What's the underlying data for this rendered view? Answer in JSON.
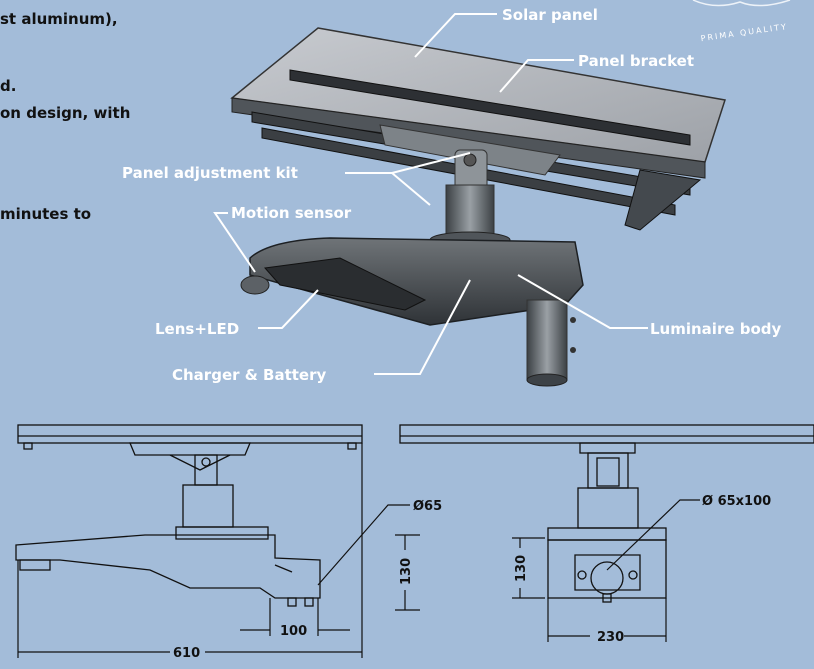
{
  "body_text": {
    "line1": "st aluminum),",
    "line2": "d.",
    "line3": "on design, with",
    "line4": "minutes to"
  },
  "watermark": "PRIMA QUALITY",
  "callouts": {
    "solar_panel": "Solar panel",
    "panel_bracket": "Panel bracket",
    "panel_adjustment_kit": "Panel adjustment kit",
    "motion_sensor": "Motion sensor",
    "lens_led": "Lens+LED",
    "luminaire_body": "Luminaire body",
    "charger_battery": "Charger & Battery"
  },
  "dimensions": {
    "pole_diameter": "Ø65",
    "pole_fit": "Ø 65x100",
    "height_side": "130",
    "height_front": "130",
    "arm_length": "100",
    "overall_length": "610",
    "body_width": "230"
  },
  "colors": {
    "background": "#a3bcd9",
    "label_text": "#ffffff",
    "body_text": "#111111"
  }
}
